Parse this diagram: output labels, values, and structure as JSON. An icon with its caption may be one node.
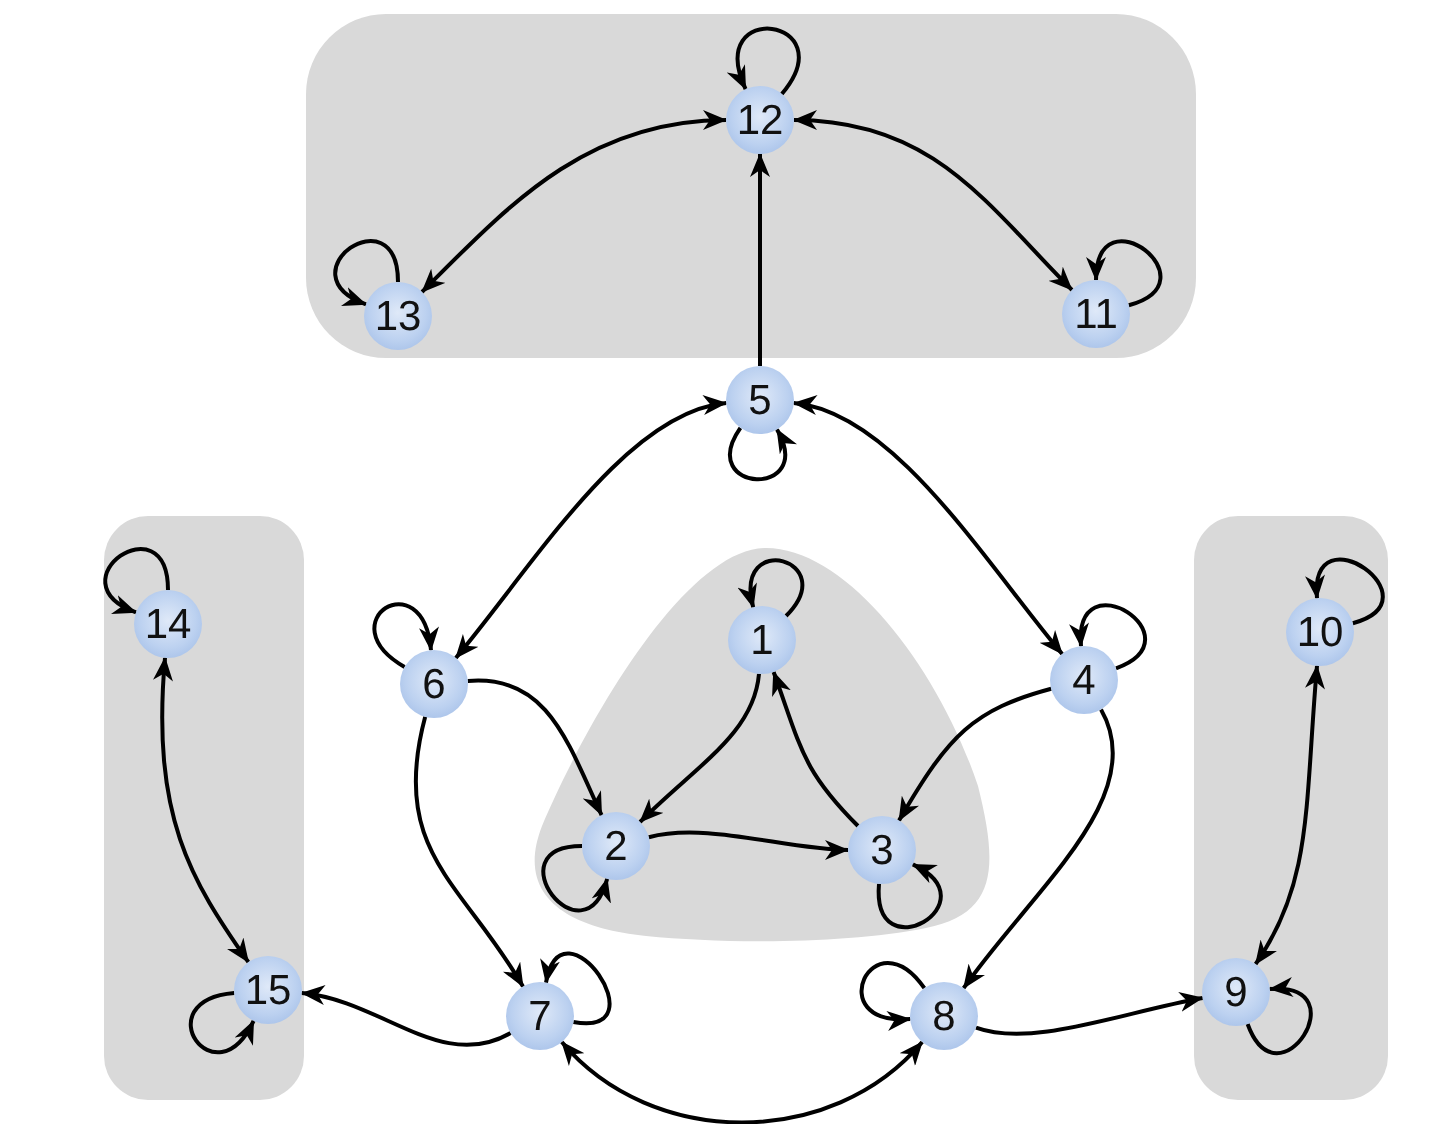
{
  "diagram": {
    "nodes": [
      {
        "text": [],
        "shape": "box"
      },
      {
        "text": [
          "12"
        ],
        "in": 0
      },
      {
        "text": [
          "13"
        ],
        "in": 0
      },
      {
        "text": [
          "11"
        ],
        "in": 0
      },
      {
        "text": [
          "5"
        ]
      },
      {
        "text": [],
        "shape": "box"
      },
      {
        "text": [
          "14"
        ],
        "in": 5
      },
      {
        "text": [
          "15"
        ],
        "in": 5
      },
      {
        "text": [
          "6"
        ]
      },
      {
        "text": [],
        "shape": "triangle"
      },
      {
        "text": [
          "1"
        ],
        "in": 9
      },
      {
        "text": [
          "2"
        ],
        "in": 9
      },
      {
        "text": [
          "3"
        ],
        "in": 9
      },
      {
        "text": [
          "4"
        ]
      },
      {
        "text": [],
        "shape": "box"
      },
      {
        "text": [
          "10"
        ],
        "in": 14
      },
      {
        "text": [
          "9"
        ],
        "in": 14
      },
      {
        "text": [
          "7"
        ]
      },
      {
        "text": [
          "8"
        ]
      }
    ],
    "edges": [
      {
        "from": 1,
        "to": 1,
        "arrow": "to"
      },
      {
        "from": 2,
        "to": 2,
        "arrow": "to"
      },
      {
        "from": 3,
        "to": 3,
        "arrow": "to"
      },
      {
        "from": 1,
        "to": 2,
        "arrow": "both"
      },
      {
        "from": 1,
        "to": 3,
        "arrow": "both"
      },
      {
        "from": 4,
        "to": 1,
        "arrow": "to"
      },
      {
        "from": 4,
        "to": 4,
        "arrow": "to"
      },
      {
        "from": 4,
        "to": 8,
        "arrow": "both"
      },
      {
        "from": 4,
        "to": 13,
        "arrow": "both"
      },
      {
        "from": 6,
        "to": 6,
        "arrow": "to"
      },
      {
        "from": 6,
        "to": 7,
        "arrow": "both"
      },
      {
        "from": 7,
        "to": 7,
        "arrow": "to"
      },
      {
        "from": 8,
        "to": 8,
        "arrow": "to"
      },
      {
        "from": 8,
        "to": 11,
        "arrow": "to"
      },
      {
        "from": 8,
        "to": 17,
        "arrow": "to"
      },
      {
        "from": 10,
        "to": 10,
        "arrow": "to"
      },
      {
        "from": 10,
        "to": 11,
        "arrow": "to"
      },
      {
        "from": 11,
        "to": 12,
        "arrow": "to"
      },
      {
        "from": 12,
        "to": 10,
        "arrow": "to"
      },
      {
        "from": 13,
        "to": 12,
        "arrow": "to"
      },
      {
        "from": 13,
        "to": 13,
        "arrow": "to"
      },
      {
        "from": 13,
        "to": 18,
        "arrow": "to"
      },
      {
        "from": 12,
        "to": 12,
        "arrow": "to"
      },
      {
        "from": 11,
        "to": 11,
        "arrow": "to"
      },
      {
        "from": 17,
        "to": 17,
        "arrow": "to"
      },
      {
        "from": 17,
        "to": 7,
        "arrow": "to"
      },
      {
        "from": 17,
        "to": 18,
        "arrow": "both"
      },
      {
        "from": 18,
        "to": 18,
        "arrow": "to"
      },
      {
        "from": 18,
        "to": 16,
        "arrow": "to"
      },
      {
        "from": 15,
        "to": 15,
        "arrow": "to"
      },
      {
        "from": 15,
        "to": 16,
        "arrow": "both"
      },
      {
        "from": 16,
        "to": 16,
        "arrow": "to"
      }
    ]
  }
}
